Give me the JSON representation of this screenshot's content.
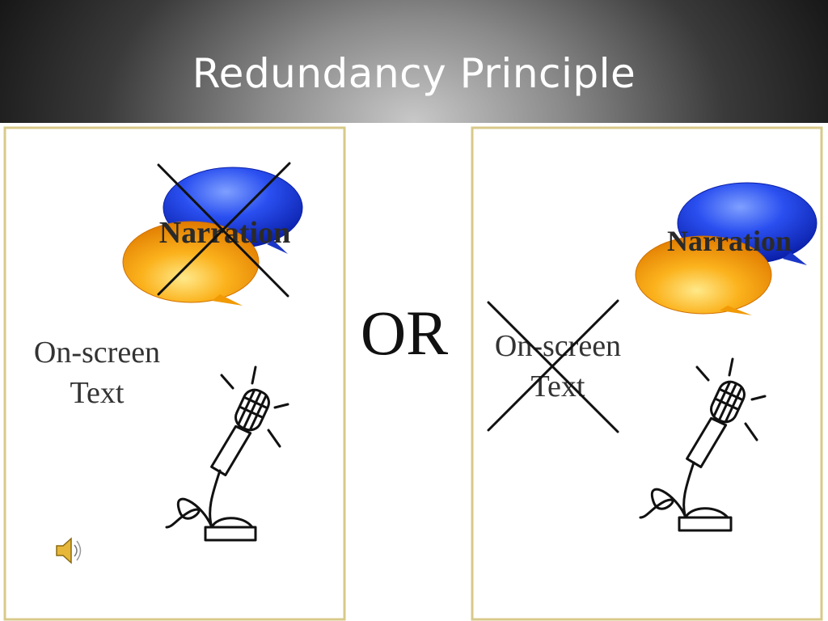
{
  "slide": {
    "title": "Redundancy Principle"
  },
  "figure": {
    "left_panel": {
      "bubble_label": "Narration",
      "text_label_line1": "On-screen",
      "text_label_line2": "Text"
    },
    "separator": "OR",
    "right_panel": {
      "bubble_label": "Narration",
      "text_label_line1": "On-screen",
      "text_label_line2": "Text"
    }
  },
  "icons": [
    "speech-bubble-icon",
    "microphone-icon",
    "cross-out-icon",
    "speaker-icon"
  ],
  "colors": {
    "panel_border": "#d8c98a",
    "bubble_blue": "#1f46e0",
    "bubble_orange": "#f5a20a",
    "title_text": "#ffffff"
  }
}
